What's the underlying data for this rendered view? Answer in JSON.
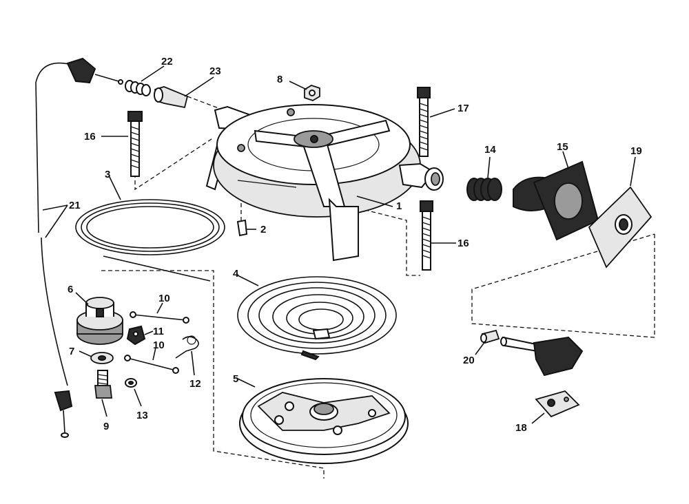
{
  "labels": {
    "p1": "1",
    "p2": "2",
    "p3": "3",
    "p4": "4",
    "p5": "5",
    "p6": "6",
    "p7": "7",
    "p8": "8",
    "p9": "9",
    "p10a": "10",
    "p10b": "10",
    "p11": "11",
    "p12": "12",
    "p13": "13",
    "p14": "14",
    "p15": "15",
    "p16a": "16",
    "p16b": "16",
    "p17": "17",
    "p18": "18",
    "p19": "19",
    "p20": "20",
    "p21": "21",
    "p22": "22",
    "p23": "23"
  }
}
